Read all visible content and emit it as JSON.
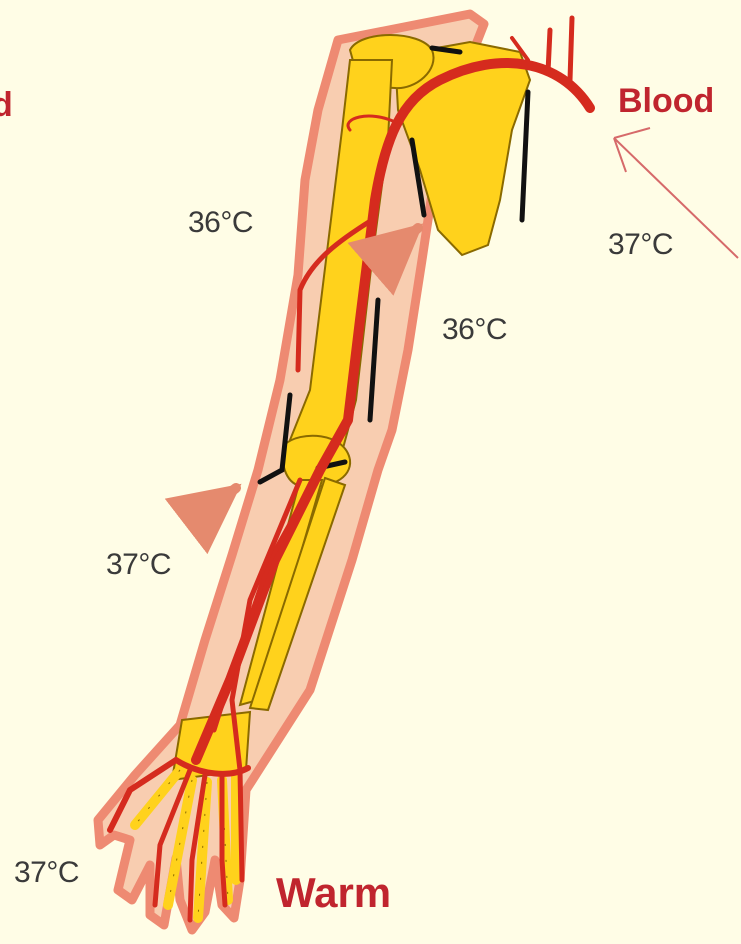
{
  "labels": {
    "left_edge_fragment": "d",
    "blood": "Blood",
    "warm": "Warm",
    "temp_upper_arm_left": "36°C",
    "temp_right_incoming": "37°C",
    "temp_upper_arm_right": "36°C",
    "temp_forearm": "37°C",
    "temp_hand": "37°C"
  },
  "colors": {
    "background": "#fffde6",
    "skin_outline": "#ee8a72",
    "skin_fill": "#f8cdb0",
    "bone": "#ffd21c",
    "bone_outline": "#8a6a00",
    "artery": "#d52b1e",
    "vein": "#111111",
    "label_red": "#c0252e",
    "label_gray": "#3a3a3a"
  }
}
